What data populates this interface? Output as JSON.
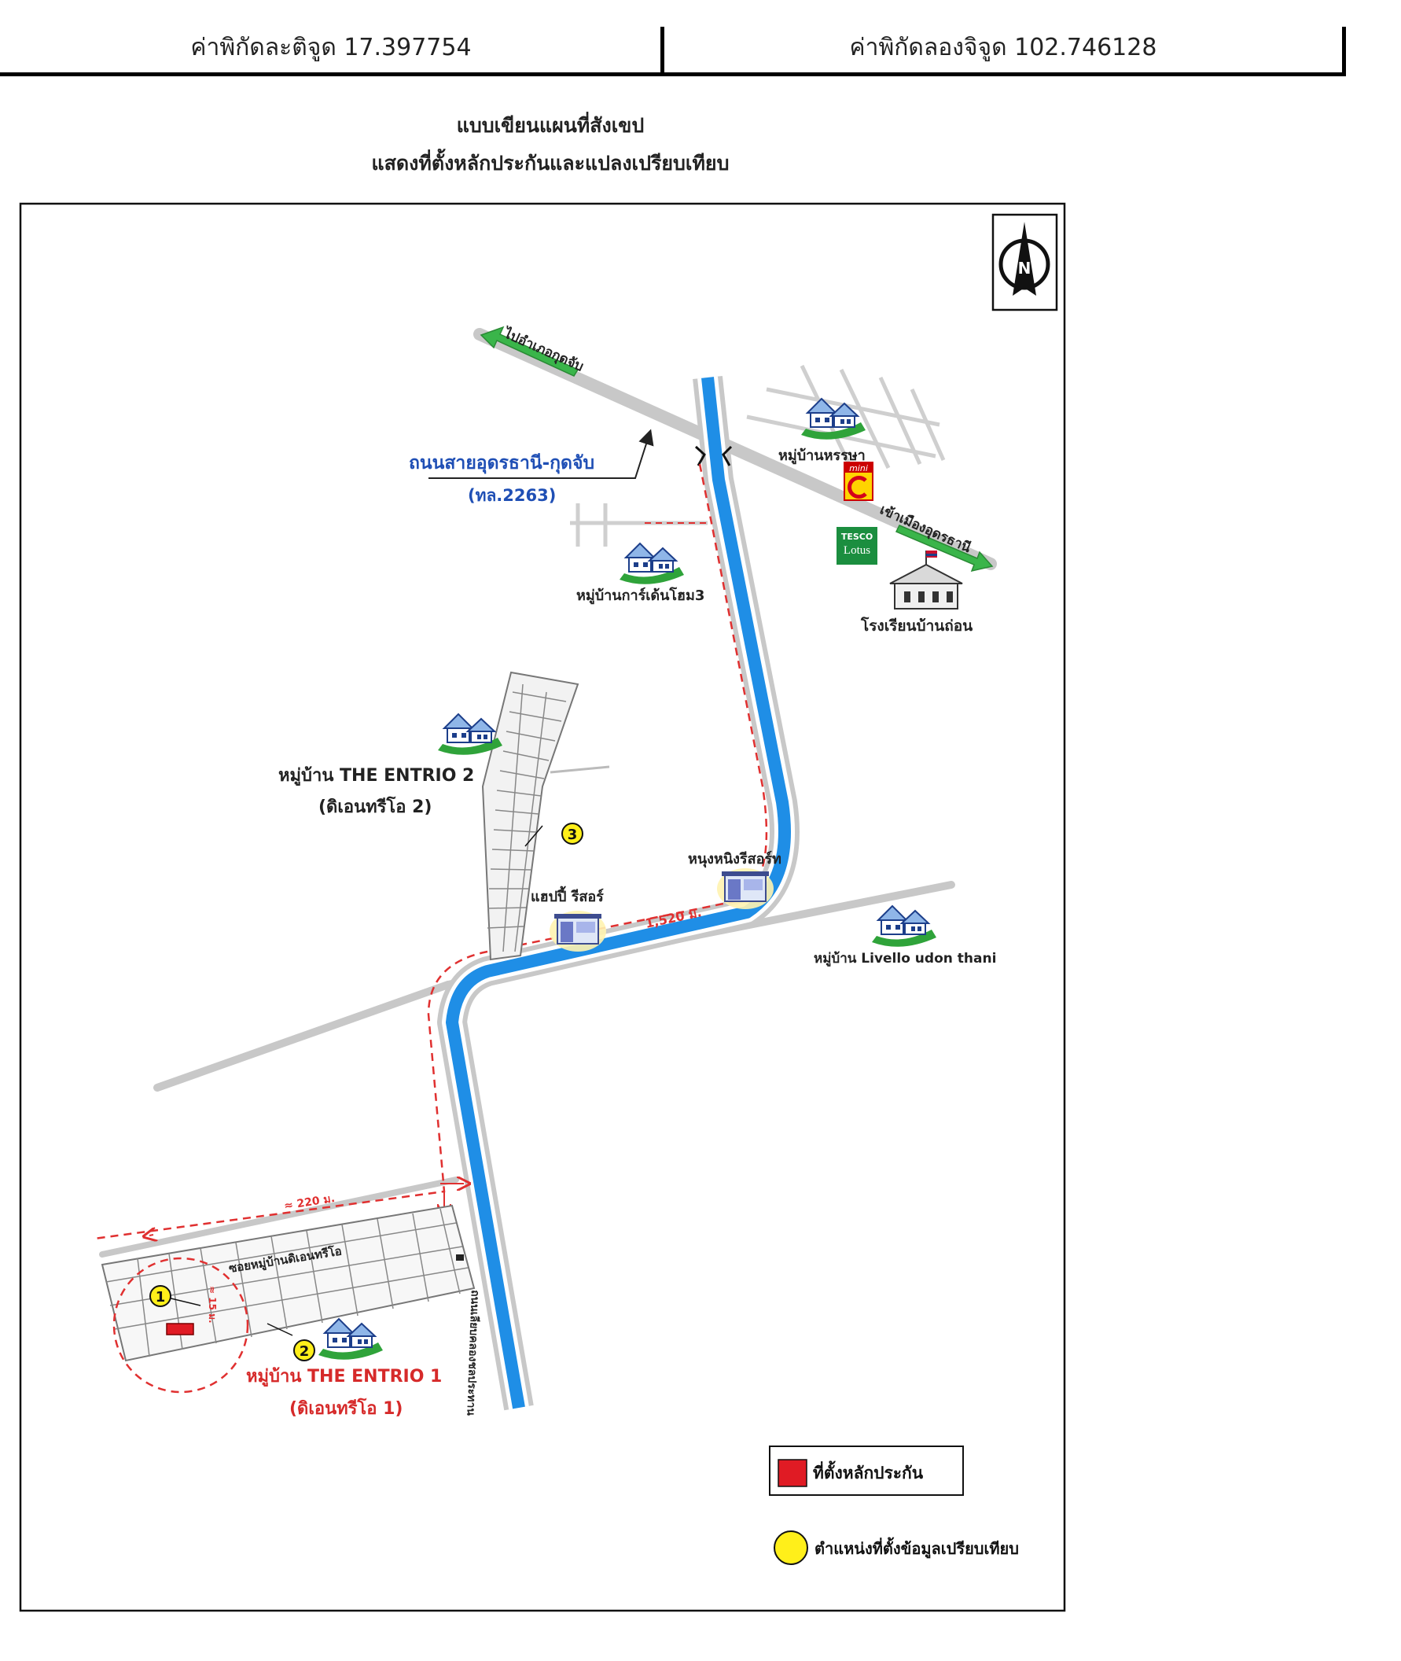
{
  "header": {
    "latitude_label": "ค่าพิกัดละติจูด 17.397754",
    "longitude_label": "ค่าพิกัดลองจิจูด 102.746128"
  },
  "title": {
    "line1": "แบบเขียนแผนที่สังเขป",
    "line2": "แสดงที่ตั้งหลักประกันและแปลงเปรียบเทียบ"
  },
  "map": {
    "compass_letter": "N",
    "labels": {
      "to_kut_chap": "ไปอำเภอกุดจับ",
      "road_name": "ถนนสายอุดรธานี-กุดจับ",
      "road_code": "(ทล.2263)",
      "to_udon": "เข้าเมืองอุดรธานี",
      "village_hansa": "หมู่บ้านหรรษา",
      "mini_c": "mini",
      "tesco_top": "TESCO",
      "tesco_bottom": "Lotus",
      "school": "โรงเรียนบ้านถ่อน",
      "village_garden_home": "หมู่บ้านการ์เด้นโฮม3",
      "entrio2_name": "หมู่บ้าน THE ENTRIO 2",
      "entrio2_thai": "(ดิเอนทรีโอ 2)",
      "nong_hin_resort": "หนุงหนิงรีสอร์ท",
      "happy_resort": "แฮปปี้ รีสอร์",
      "distance_1520": "1,520 ม.",
      "livello": "หมู่บ้าน Livello udon thani",
      "distance_220": "≈ 220 ม.",
      "soi_entrio": "ซอยหมู่บ้านดิเอนทรีโอ",
      "distance_small": "≈ 15 ม.",
      "canal_road": "ถนนเลียบคลองชลประทาน",
      "entrio1_name": "หมู่บ้าน THE ENTRIO 1",
      "entrio1_thai": "(ดิเอนทรีโอ 1)"
    },
    "markers": [
      "1",
      "2",
      "3"
    ],
    "colors": {
      "canal": "#1f8ee6",
      "road": "#c8c8c8",
      "route": "#e03030",
      "collateral": "#e01b24",
      "comparable": "#ffef1a",
      "arrow": "#3ab54a",
      "label_blue": "#1f4fb5",
      "label_red": "#d62a2a"
    }
  },
  "legend": {
    "collateral_label": "ที่ตั้งหลักประกัน",
    "comparable_label": "ตำแหน่งที่ตั้งข้อมูลเปรียบเทียบ"
  }
}
